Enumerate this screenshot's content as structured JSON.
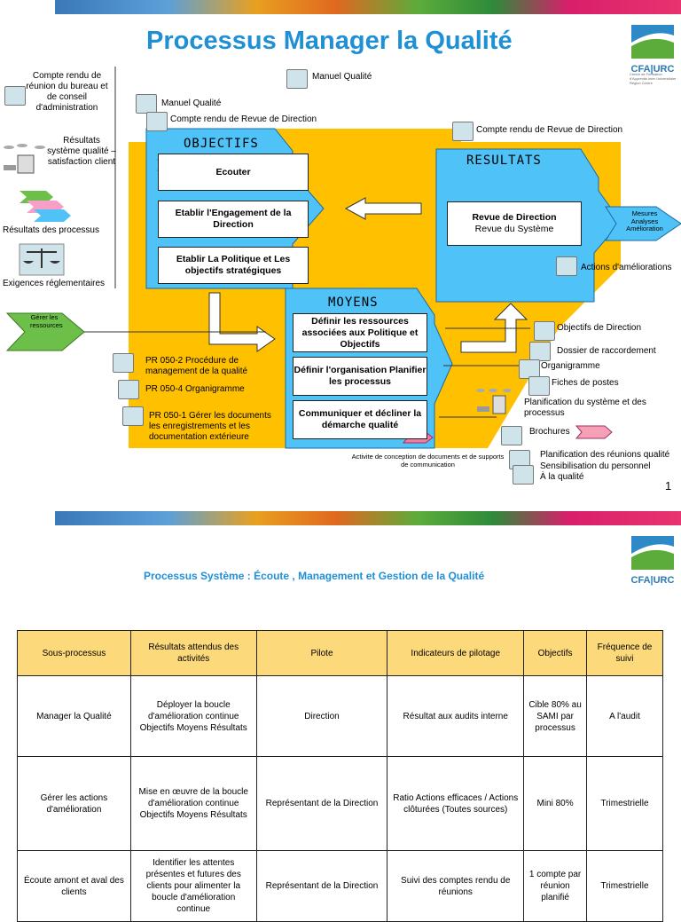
{
  "slide1": {
    "title": "Processus Manager la Qualité",
    "logo_text": "CFA|URC",
    "logo_sub": "Centre de Formation d'Apprentis Inter Universitaire Région Centre",
    "left": {
      "compte_rendu_bureau": "Compte rendu de réunion du bureau et de conseil d'administration",
      "resultats_sq": "Résultats système qualité – satisfaction client",
      "resultats_processus": "Résultats des processus",
      "exigences": "Exigences réglementaires",
      "gerer_ressources": "Gérer les ressources"
    },
    "top": {
      "manuel1": "Manuel Qualité",
      "manuel2": "Manuel Qualité",
      "cr_revue1": "Compte rendu de Revue de Direction",
      "cr_revue2": "Compte rendu de Revue de Direction"
    },
    "objectifs": {
      "header": "OBJECTIFS",
      "ecouter": "Ecouter",
      "engagement": "Etablir l'Engagement de la Direction",
      "politique": "Etablir La Politique et Les objectifs stratégiques"
    },
    "resultats": {
      "header": "RESULTATS",
      "revue_title": "Revue de Direction",
      "revue_sub": "Revue du Système",
      "mesures": "Mesures Analyses Amélioration",
      "actions": "Actions d'améliorations"
    },
    "moyens": {
      "header": "MOYENS",
      "definir_ress": "Définir les ressources associées aux Politique et Objectifs",
      "definir_org": "Définir l'organisation Planifier les processus",
      "communiquer": "Communiquer et décliner la démarche qualité"
    },
    "pr": {
      "pr1": "PR 050-2 Procédure de management de la qualité",
      "pr2": "PR 050-4 Organigramme",
      "pr3": "PR 050-1 Gérer les documents les enregistrements et les documentation extérieure"
    },
    "outputs": {
      "o1": "Objectifs de Direction",
      "o2": "Dossier de raccordement",
      "o3": "Organigramme",
      "o4": "Fiches de postes",
      "o5": "Planification du système et des processus",
      "o6": "Brochures",
      "o7": "Planification des réunions qualité",
      "o8": "Sensibilisation du personnel",
      "o9": "À la qualité"
    },
    "activite": "Activite de conception de documents et de supports de communication",
    "page_num": "1"
  },
  "slide2": {
    "title": "Processus Système : Écoute , Management et Gestion de la Qualité",
    "logo_text": "CFA|URC",
    "headers": [
      "Sous-processus",
      "Résultats attendus des activités",
      "Pilote",
      "Indicateurs de pilotage",
      "Objectifs",
      "Fréquence de suivi"
    ],
    "rows": [
      [
        "Manager la Qualité",
        "Déployer la boucle d'amélioration continue Objectifs Moyens Résultats",
        "Direction",
        "Résultat aux audits interne",
        "Cible 80% au SAMI par processus",
        "A l'audit"
      ],
      [
        "Gérer les actions d'amélioration",
        "Mise en œuvre de la boucle d'amélioration continue Objectifs Moyens Résultats",
        "Représentant de la Direction",
        "Ratio Actions efficaces / Actions clôturées (Toutes sources)",
        "Mini 80%",
        "Trimestrielle"
      ],
      [
        "Écoute amont et aval des clients",
        "Identifier les attentes présentes et futures des clients pour alimenter la boucle d'amélioration continue",
        "Représentant de la Direction",
        "Suivi des comptes rendu de réunions",
        "1 compte par réunion planifié",
        "Trimestrielle"
      ]
    ]
  },
  "colors": {
    "yellow": "#ffc000",
    "blue": "#4fc3f7",
    "title_blue": "#1f8fd6"
  }
}
